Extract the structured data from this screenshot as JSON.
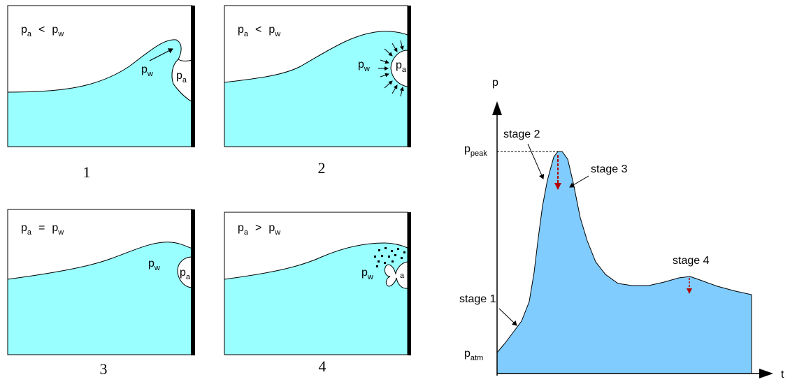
{
  "colors": {
    "water": "#99ffff",
    "chart_fill": "#80ccff",
    "arrow_red": "#b30000",
    "wall": "#000000"
  },
  "panels": [
    {
      "number": "1",
      "relation": {
        "left": "p",
        "left_sub": "a",
        "op": "<",
        "right": "p",
        "right_sub": "w"
      },
      "water_label": {
        "main": "p",
        "sub": "w"
      },
      "air_label": {
        "main": "p",
        "sub": "a"
      }
    },
    {
      "number": "2",
      "relation": {
        "left": "p",
        "left_sub": "a",
        "op": "<",
        "right": "p",
        "right_sub": "w"
      },
      "water_label": {
        "main": "p",
        "sub": "w"
      },
      "air_label": {
        "main": "p",
        "sub": "a"
      }
    },
    {
      "number": "3",
      "relation": {
        "left": "p",
        "left_sub": "a",
        "op": "=",
        "right": "p",
        "right_sub": "w"
      },
      "water_label": {
        "main": "p",
        "sub": "w"
      },
      "air_label": {
        "main": "p",
        "sub": "a"
      }
    },
    {
      "number": "4",
      "relation": {
        "left": "p",
        "left_sub": "a",
        "op": ">",
        "right": "p",
        "right_sub": "w"
      },
      "water_label": {
        "main": "p",
        "sub": "w"
      },
      "air_label": {
        "main": "",
        "sub": "a"
      }
    }
  ],
  "pressure_chart": {
    "y_axis_label": "p",
    "x_axis_label": "t",
    "peak_label": {
      "main": "p",
      "sub": "peak"
    },
    "atm_label": {
      "main": "p",
      "sub": "atm"
    },
    "stages": [
      "stage 1",
      "stage 2",
      "stage 3",
      "stage 4"
    ]
  }
}
